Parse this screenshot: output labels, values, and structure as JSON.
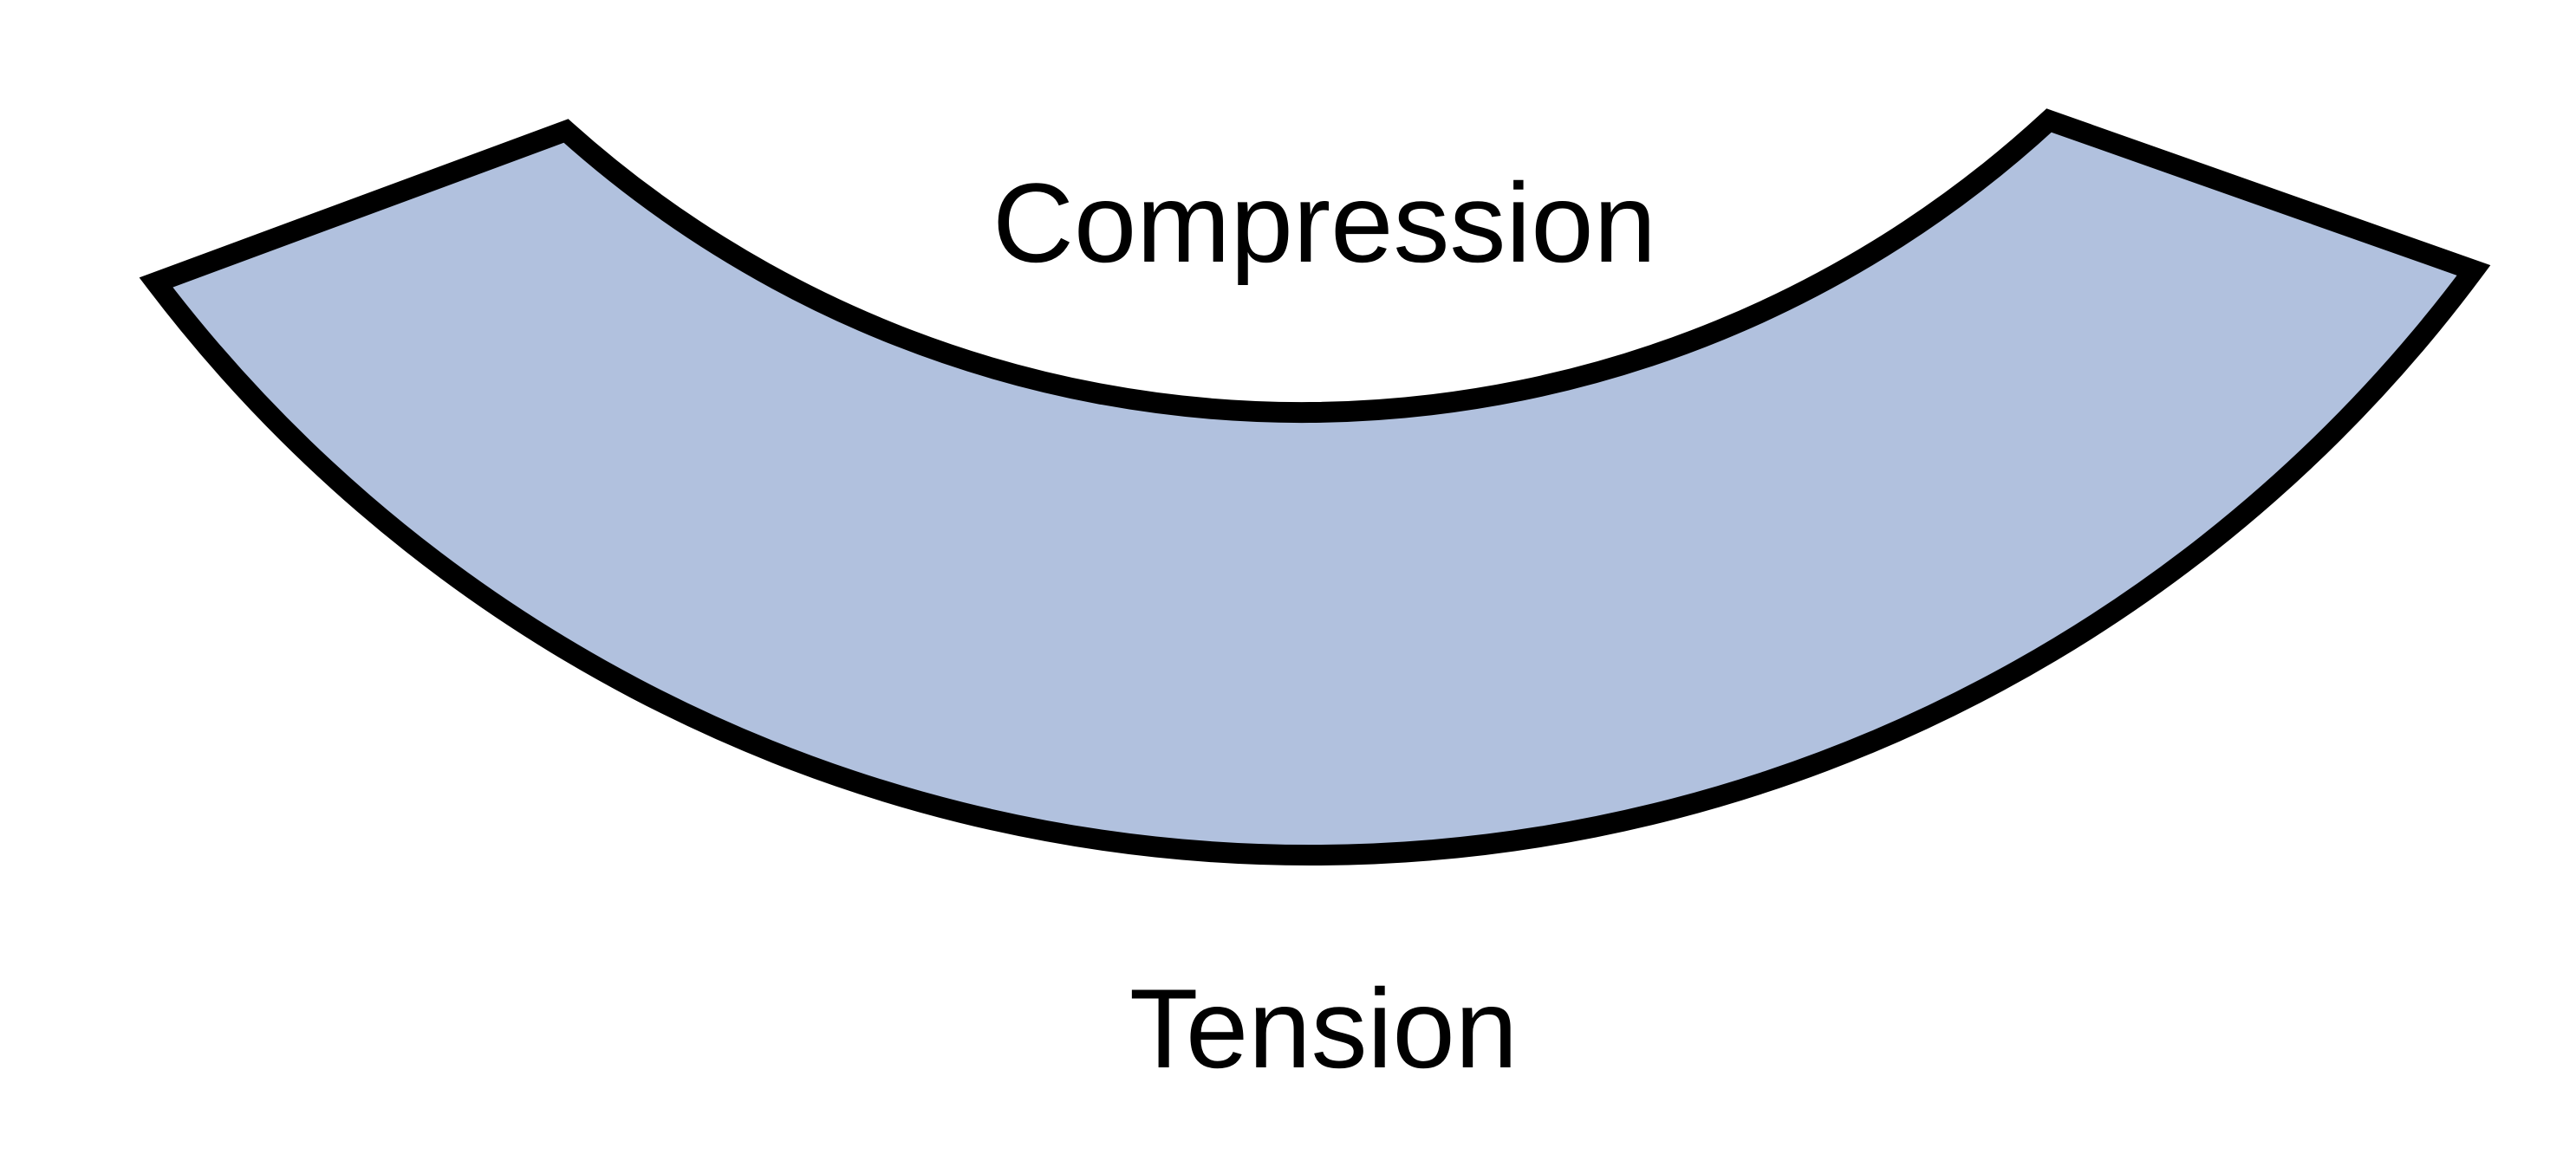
{
  "canvas": {
    "background": "#ffffff"
  },
  "diagram": {
    "labels": {
      "compression": "Compression",
      "tension": "Tension"
    },
    "beam": {
      "fill": "#b1c1de",
      "stroke": "#000000",
      "stroke_width": 24
    }
  }
}
